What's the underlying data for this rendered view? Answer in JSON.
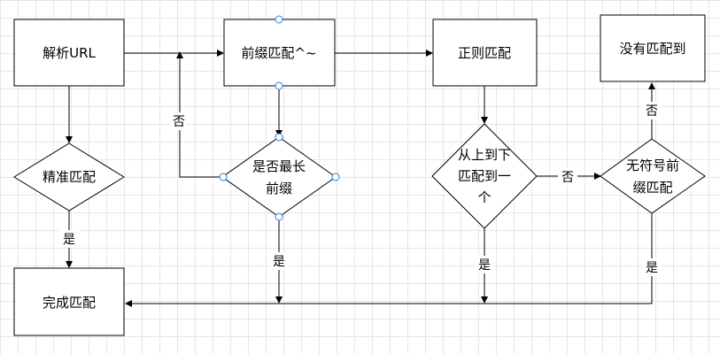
{
  "nodes": {
    "parse_url": "解析URL",
    "prefix_match": "前缀匹配^~",
    "regex_match": "正则匹配",
    "no_match": "没有匹配到",
    "exact_match": "精准匹配",
    "longest_prefix": [
      "是否最长",
      "前缀"
    ],
    "top_down": [
      "从上到下",
      "匹配到一",
      "个"
    ],
    "no_symbol_prefix": [
      "无符号前",
      "缀匹配"
    ],
    "done": "完成匹配"
  },
  "edge_labels": {
    "no_1": "否",
    "yes_1": "是",
    "yes_2": "是",
    "yes_3": "是",
    "no_2": "否",
    "no_3": "否",
    "yes_4": "是"
  }
}
